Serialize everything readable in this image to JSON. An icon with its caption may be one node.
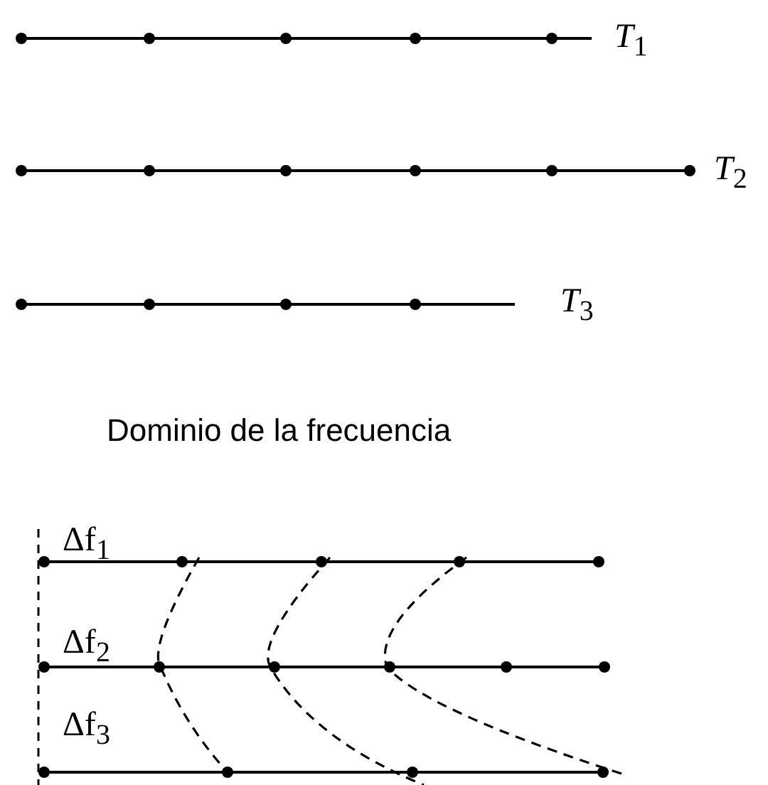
{
  "diagram": {
    "labels": [
      "*T*$_{1}$",
      "*T*$_{2}$",
      "*T*$_{3}$",
      "Dominio de la frecuencia",
      "Δf$_{1}$",
      "Δf$_{2}$",
      "Δf$_{3}$"
    ]
  }
}
